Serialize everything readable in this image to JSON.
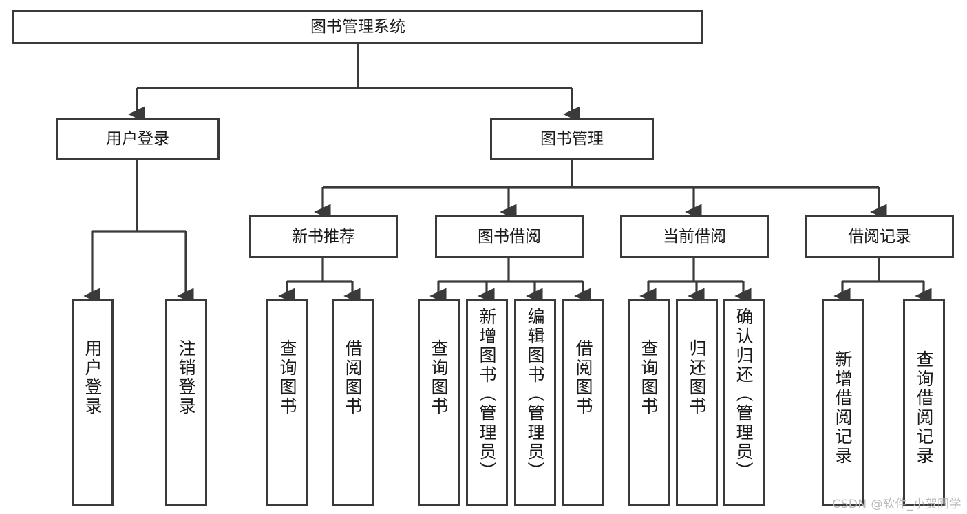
{
  "diagram": {
    "type": "tree-hierarchy-chart",
    "title": "图书管理系统",
    "stroke_color": "#3a3a3a",
    "background_color": "#ffffff",
    "text_color": "#1a1a1a",
    "root": {
      "id": "root",
      "label": "图书管理系统"
    },
    "level2": [
      {
        "id": "user-login",
        "label": "用户登录"
      },
      {
        "id": "book-management",
        "label": "图书管理"
      }
    ],
    "level3": [
      {
        "id": "new-book-recommend",
        "label": "新书推荐"
      },
      {
        "id": "book-borrow",
        "label": "图书借阅"
      },
      {
        "id": "current-borrow",
        "label": "当前借阅"
      },
      {
        "id": "borrow-record",
        "label": "借阅记录"
      }
    ],
    "leaves": {
      "user_login": [
        {
          "id": "leaf-user-login",
          "label": "用户登录"
        },
        {
          "id": "leaf-logout-login",
          "label": "注销登录"
        }
      ],
      "new_book_recommend": [
        {
          "id": "leaf-query-book-1",
          "label": "查询图书"
        },
        {
          "id": "leaf-borrow-book-1",
          "label": "借阅图书"
        }
      ],
      "book_borrow": [
        {
          "id": "leaf-query-book-2",
          "label": "查询图书"
        },
        {
          "id": "leaf-add-book-admin",
          "label": "新增图书（管理员）"
        },
        {
          "id": "leaf-edit-book-admin",
          "label": "编辑图书（管理员）"
        },
        {
          "id": "leaf-borrow-book-2",
          "label": "借阅图书"
        }
      ],
      "current_borrow": [
        {
          "id": "leaf-query-book-3",
          "label": "查询图书"
        },
        {
          "id": "leaf-return-book",
          "label": "归还图书"
        },
        {
          "id": "leaf-confirm-return-admin",
          "label": "确认归还（管理员）"
        }
      ],
      "borrow_record": [
        {
          "id": "leaf-add-borrow-record",
          "label": "新增借阅记录"
        },
        {
          "id": "leaf-query-borrow-record",
          "label": "查询借阅记录"
        }
      ]
    }
  },
  "watermark": {
    "text": "CSDN @软件_小贺同学"
  }
}
